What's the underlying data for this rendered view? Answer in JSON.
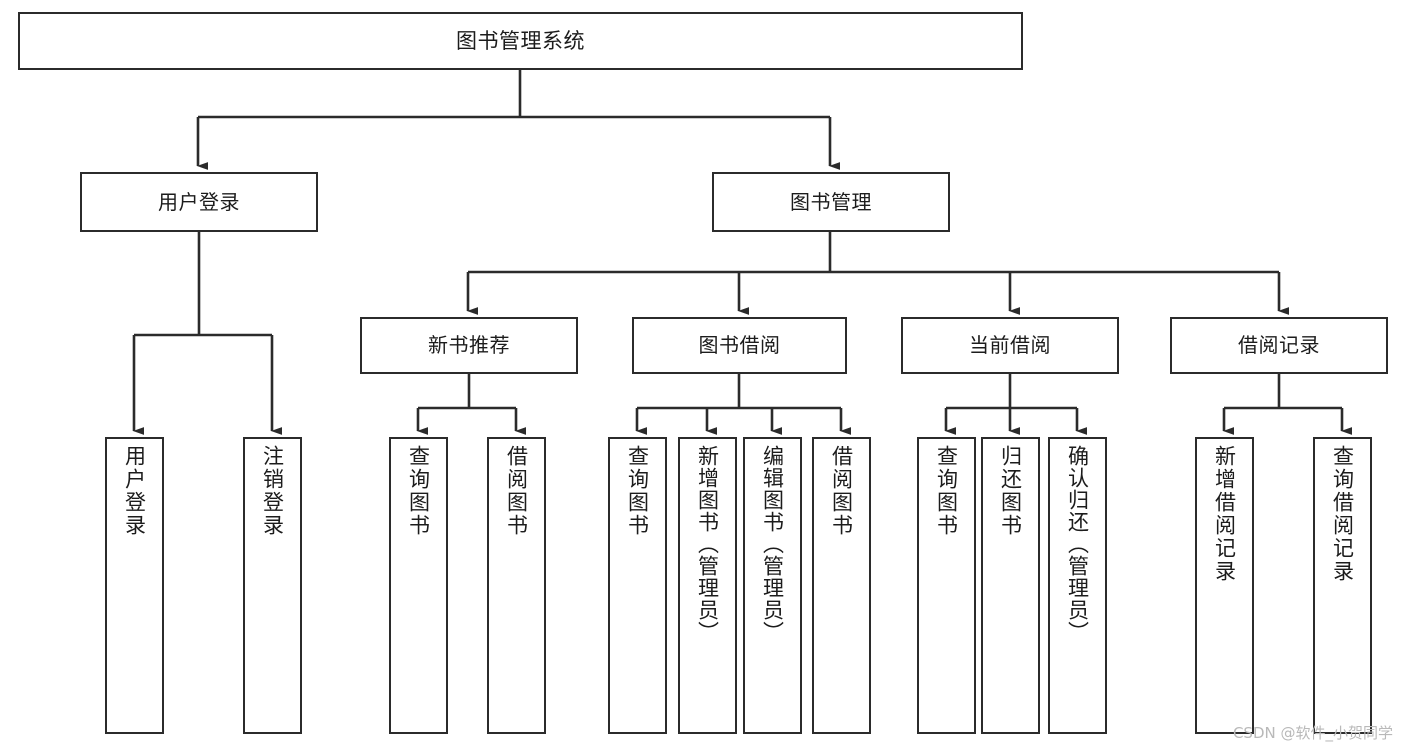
{
  "diagram": {
    "type": "tree-hierarchy",
    "title": "图书管理系统",
    "watermark": "CSDN @软件_小贺同学",
    "colors": {
      "box_border": "#2b2b2b",
      "box_fill": "#ffffff",
      "edge": "#2b2b2b",
      "text": "#1c1c1c",
      "watermark": "#b9b9b9",
      "background": "#ffffff"
    },
    "nodes": {
      "root": {
        "label": "图书管理系统"
      },
      "level1": [
        {
          "id": "user-login",
          "label": "用户登录"
        },
        {
          "id": "book-manage",
          "label": "图书管理"
        }
      ],
      "level2": [
        {
          "id": "new-book-recommend",
          "label": "新书推荐"
        },
        {
          "id": "book-borrow",
          "label": "图书借阅"
        },
        {
          "id": "current-borrow",
          "label": "当前借阅"
        },
        {
          "id": "borrow-record",
          "label": "借阅记录"
        }
      ],
      "leaves": {
        "user-login": [
          {
            "id": "leaf-user-login",
            "label": "用户登录"
          },
          {
            "id": "leaf-user-logout",
            "label": "注销登录"
          }
        ],
        "new-book-recommend": [
          {
            "id": "leaf-query-book-1",
            "label": "查询图书"
          },
          {
            "id": "leaf-borrow-book-1",
            "label": "借阅图书"
          }
        ],
        "book-borrow": [
          {
            "id": "leaf-query-book-2",
            "label": "查询图书"
          },
          {
            "id": "leaf-add-book",
            "label": "新增图书（管理员）"
          },
          {
            "id": "leaf-edit-book",
            "label": "编辑图书（管理员）"
          },
          {
            "id": "leaf-borrow-book-2",
            "label": "借阅图书"
          }
        ],
        "current-borrow": [
          {
            "id": "leaf-query-book-3",
            "label": "查询图书"
          },
          {
            "id": "leaf-return-book",
            "label": "归还图书"
          },
          {
            "id": "leaf-confirm-return",
            "label": "确认归还（管理员）"
          }
        ],
        "borrow-record": [
          {
            "id": "leaf-add-record",
            "label": "新增借阅记录"
          },
          {
            "id": "leaf-query-record",
            "label": "查询借阅记录"
          }
        ]
      }
    }
  }
}
